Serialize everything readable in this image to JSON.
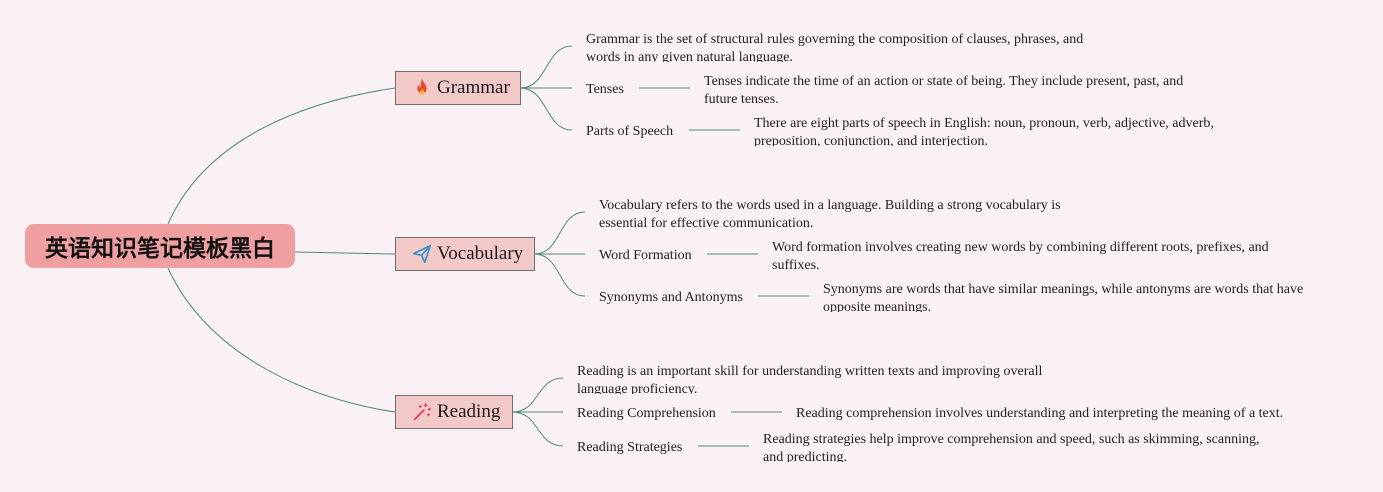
{
  "root": {
    "title": "英语知识笔记模板黑白"
  },
  "topics": {
    "grammar": {
      "label": "Grammar",
      "icon": "fire-icon",
      "definition": "Grammar is the set of structural rules governing the composition of clauses, phrases, and words in any given natural language.",
      "items": [
        {
          "label": "Tenses",
          "desc": "Tenses indicate the time of an action or state of being. They include present, past, and future tenses."
        },
        {
          "label": "Parts of Speech",
          "desc": "There are eight parts of speech in English: noun, pronoun, verb, adjective, adverb, preposition, conjunction, and interjection."
        }
      ]
    },
    "vocabulary": {
      "label": "Vocabulary",
      "icon": "paper-plane-icon",
      "definition": "Vocabulary refers to the words used in a language. Building a strong vocabulary is essential for effective communication.",
      "items": [
        {
          "label": "Word Formation",
          "desc": "Word formation involves creating new words by combining different roots, prefixes, and suffixes."
        },
        {
          "label": "Synonyms and Antonyms",
          "desc": "Synonyms are words that have similar meanings, while antonyms are words that have opposite meanings."
        }
      ]
    },
    "reading": {
      "label": "Reading",
      "icon": "magic-wand-icon",
      "definition": "Reading is an important skill for understanding written texts and improving overall language proficiency.",
      "items": [
        {
          "label": "Reading Comprehension",
          "desc": "Reading comprehension involves understanding and interpreting the meaning of a text."
        },
        {
          "label": "Reading Strategies",
          "desc": "Reading strategies help improve comprehension and speed, such as skimming, scanning, and predicting."
        }
      ]
    }
  },
  "colors": {
    "background": "#f9f1f4",
    "root": "#ef9fa0",
    "topic": "#f2c9c7",
    "line": "#4f8a7c"
  }
}
